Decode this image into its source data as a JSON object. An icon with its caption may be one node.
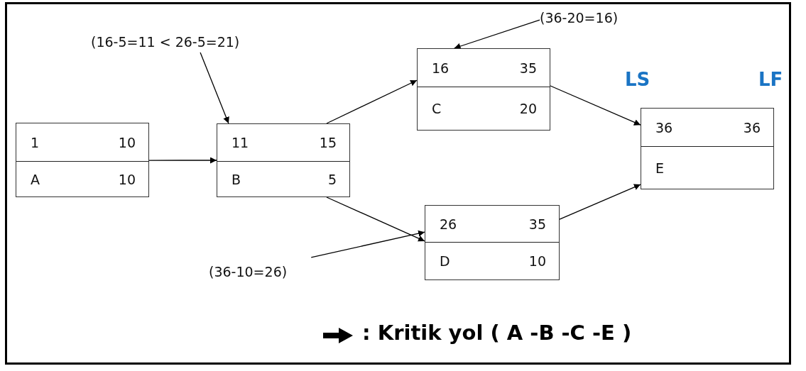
{
  "diagram": {
    "nodes": [
      {
        "text": [
          "1",
          "10",
          "A",
          "10"
        ]
      },
      {
        "text": [
          "(16-5=11 < 26-5=21)"
        ]
      },
      {
        "text": [
          "11",
          "15",
          "B",
          "5"
        ]
      },
      {
        "text": [
          "(36-20=16)"
        ]
      },
      {
        "text": [
          "16",
          "35",
          "C",
          "20"
        ]
      },
      {
        "text": [
          "(36-10=26)"
        ]
      },
      {
        "text": [
          "26",
          "35",
          "D",
          "10"
        ]
      },
      {
        "text": [
          "36",
          "36",
          "E"
        ]
      }
    ],
    "edges": [
      {
        "from": 0,
        "to": 2,
        "arrow": "to"
      },
      {
        "from": 2,
        "to": 4,
        "arrow": "to"
      },
      {
        "from": 4,
        "to": 7,
        "arrow": "to"
      },
      {
        "from": 2,
        "to": 6,
        "arrow": "to"
      },
      {
        "from": 6,
        "to": 7,
        "arrow": "to"
      },
      {
        "from": 1,
        "to": 2,
        "arrow": "to"
      },
      {
        "from": 3,
        "to": 4,
        "arrow": "to"
      },
      {
        "from": 5,
        "to": 6,
        "arrow": "to"
      }
    ],
    "labels": [
      "LS",
      "LF"
    ],
    "legend": [
      {
        "text": ": Kritik yol ( A -B -C -E )"
      }
    ]
  }
}
